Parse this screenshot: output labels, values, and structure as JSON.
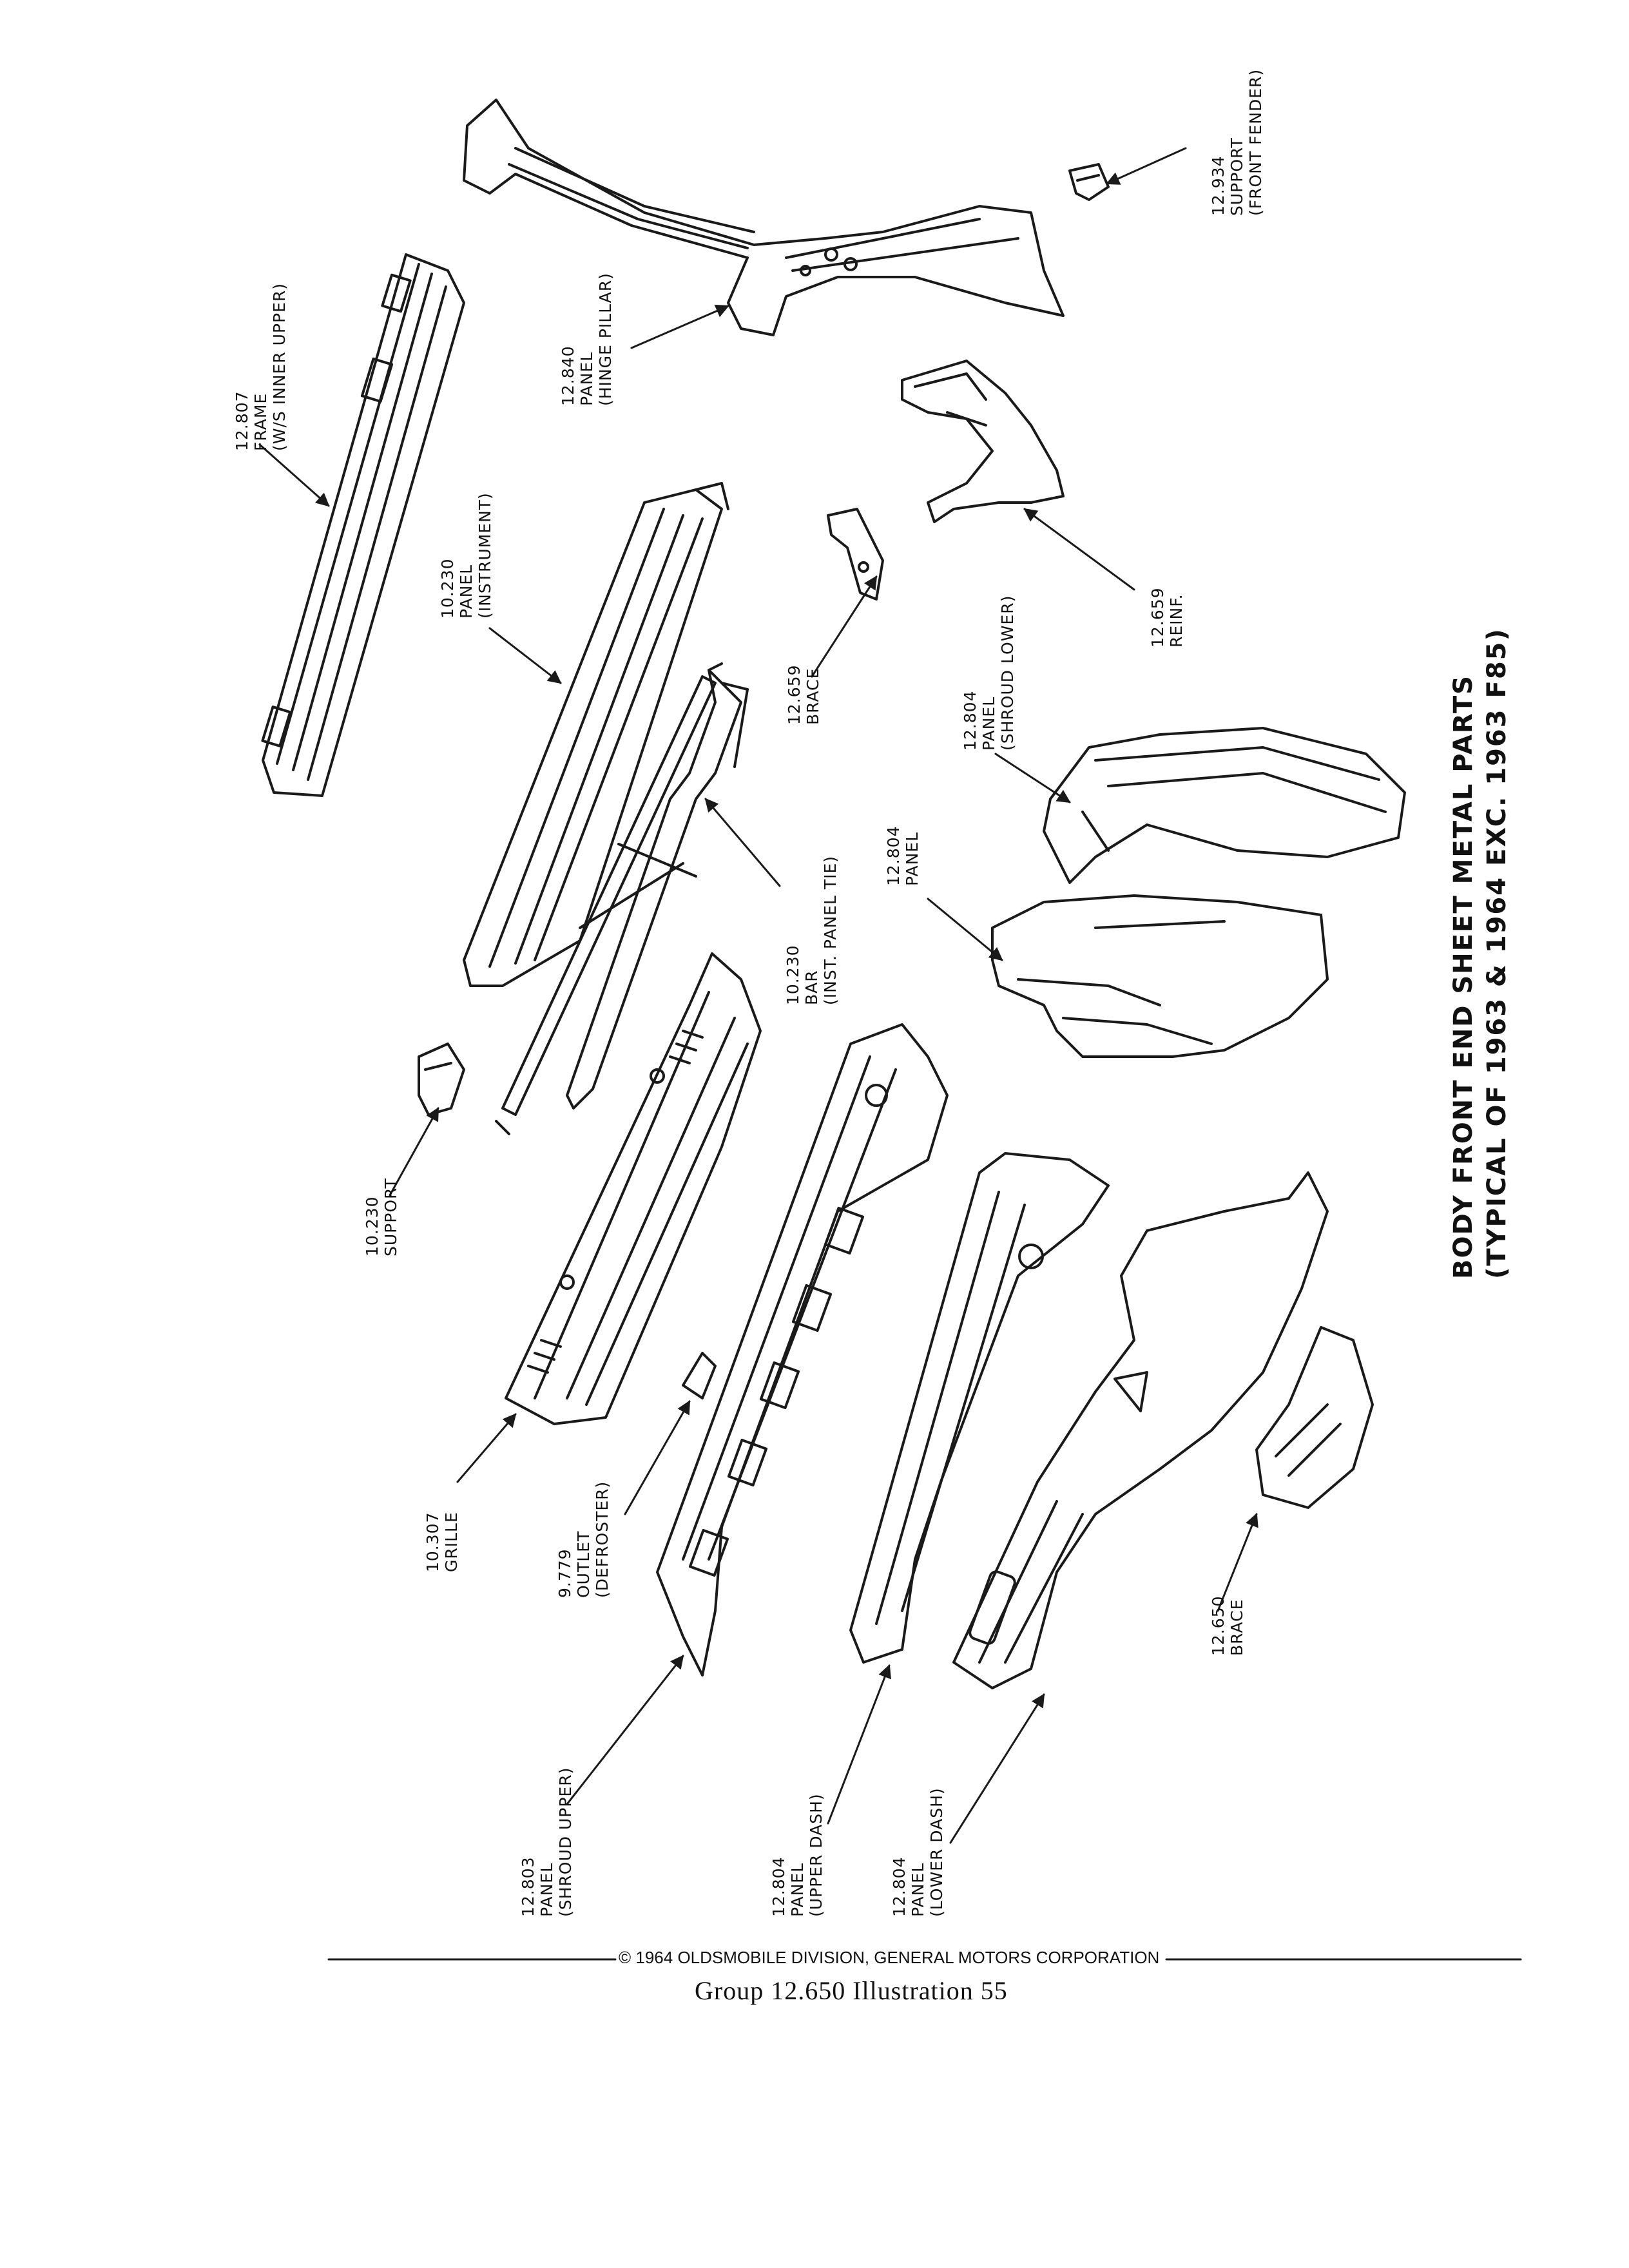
{
  "title": {
    "line1": "BODY FRONT END SHEET METAL PARTS",
    "line2": "(TYPICAL OF 1963 & 1964 EXC. 1963 F85)"
  },
  "parts": [
    {
      "key": "frame-ws-inner-upper",
      "lines": [
        "12.807",
        "FRAME",
        "(W/S INNER UPPER)"
      ]
    },
    {
      "key": "panel-hinge-pillar",
      "lines": [
        "12.840",
        "PANEL",
        "(HINGE PILLAR)"
      ]
    },
    {
      "key": "support-front-fender",
      "lines": [
        "12.934",
        "SUPPORT",
        "(FRONT FENDER)"
      ]
    },
    {
      "key": "panel-instrument",
      "lines": [
        "10.230",
        "PANEL",
        "(INSTRUMENT)"
      ]
    },
    {
      "key": "brace-12659",
      "lines": [
        "12.659",
        "BRACE"
      ]
    },
    {
      "key": "reinf-12659",
      "lines": [
        "12.659",
        "REINF."
      ]
    },
    {
      "key": "bar-inst-panel-tie",
      "lines": [
        "10.230",
        "BAR",
        "(INST. PANEL TIE)"
      ]
    },
    {
      "key": "panel-shroud-lower",
      "lines": [
        "12.804",
        "PANEL",
        "(SHROUD LOWER)"
      ]
    },
    {
      "key": "panel-12804",
      "lines": [
        "12.804",
        "PANEL"
      ]
    },
    {
      "key": "support-10230",
      "lines": [
        "10.230",
        "SUPPORT"
      ]
    },
    {
      "key": "grille",
      "lines": [
        "10.307",
        "GRILLE"
      ]
    },
    {
      "key": "outlet-defroster",
      "lines": [
        "9.779",
        "OUTLET",
        "(DEFROSTER)"
      ]
    },
    {
      "key": "panel-shroud-upper",
      "lines": [
        "12.803",
        "PANEL",
        "(SHROUD UPPER)"
      ]
    },
    {
      "key": "panel-upper-dash",
      "lines": [
        "12.804",
        "PANEL",
        "(UPPER DASH)"
      ]
    },
    {
      "key": "panel-lower-dash",
      "lines": [
        "12.804",
        "PANEL",
        "(LOWER DASH)"
      ]
    },
    {
      "key": "brace-12650",
      "lines": [
        "12.650",
        "BRACE"
      ]
    }
  ],
  "footer": {
    "copyright": "© 1964 OLDSMOBILE DIVISION, GENERAL MOTORS CORPORATION",
    "caption": "Group 12.650   Illustration 55"
  }
}
